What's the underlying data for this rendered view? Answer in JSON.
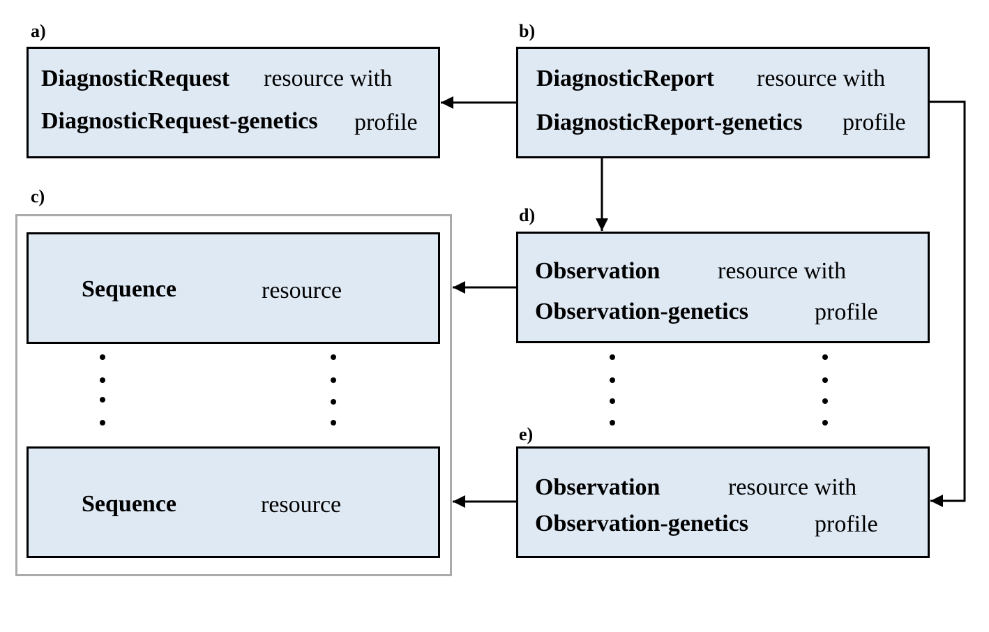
{
  "panels": {
    "a": {
      "label": "a)",
      "line1_bold": "DiagnosticRequest",
      "line1_rest": "resource with",
      "line2_bold": "DiagnosticRequest-genetics",
      "line2_rest": "profile"
    },
    "b": {
      "label": "b)",
      "line1_bold": "DiagnosticReport",
      "line1_rest": "resource with",
      "line2_bold": "DiagnosticReport-genetics",
      "line2_rest": "profile"
    },
    "c": {
      "label": "c)",
      "seq1_bold": "Sequence",
      "seq1_rest": "resource",
      "seq2_bold": "Sequence",
      "seq2_rest": "resource"
    },
    "d": {
      "label": "d)",
      "line1_bold": "Observation",
      "line1_rest": "resource with",
      "line2_bold": "Observation-genetics",
      "line2_rest": "profile"
    },
    "e": {
      "label": "e)",
      "line1_bold": "Observation",
      "line1_rest": "resource with",
      "line2_bold": "Observation-genetics",
      "line2_rest": "profile"
    }
  }
}
